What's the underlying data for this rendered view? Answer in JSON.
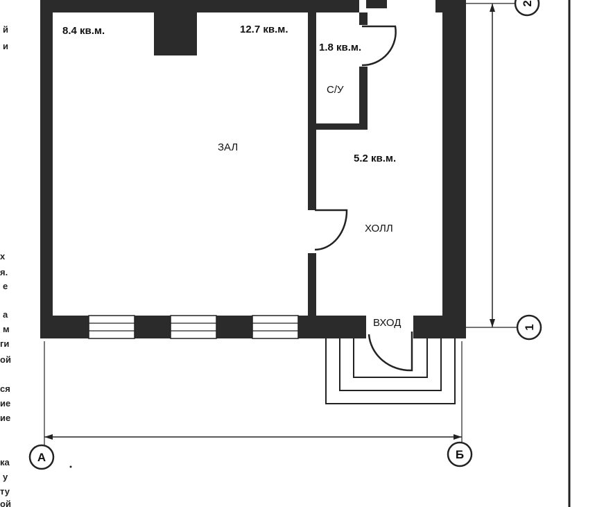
{
  "rooms": {
    "hall_main": {
      "name": "ЗАЛ"
    },
    "area_left": "8.4 кв.м.",
    "area_center": "12.7 кв.м.",
    "wc": {
      "name": "С/У",
      "area": "1.8 кв.м."
    },
    "lobby": {
      "name": "ХОЛЛ",
      "area": "5.2 кв.м."
    },
    "entrance": "ВХОД"
  },
  "axes": {
    "a": "А",
    "b": "Б",
    "one": "1",
    "two": "2"
  },
  "margin_fragments": [
    "й",
    "и",
    "х",
    "я.",
    "е",
    "а",
    "м",
    "ги",
    "ой",
    "ся",
    "ие",
    "ие",
    "ка",
    "у",
    "ту",
    "ой"
  ]
}
